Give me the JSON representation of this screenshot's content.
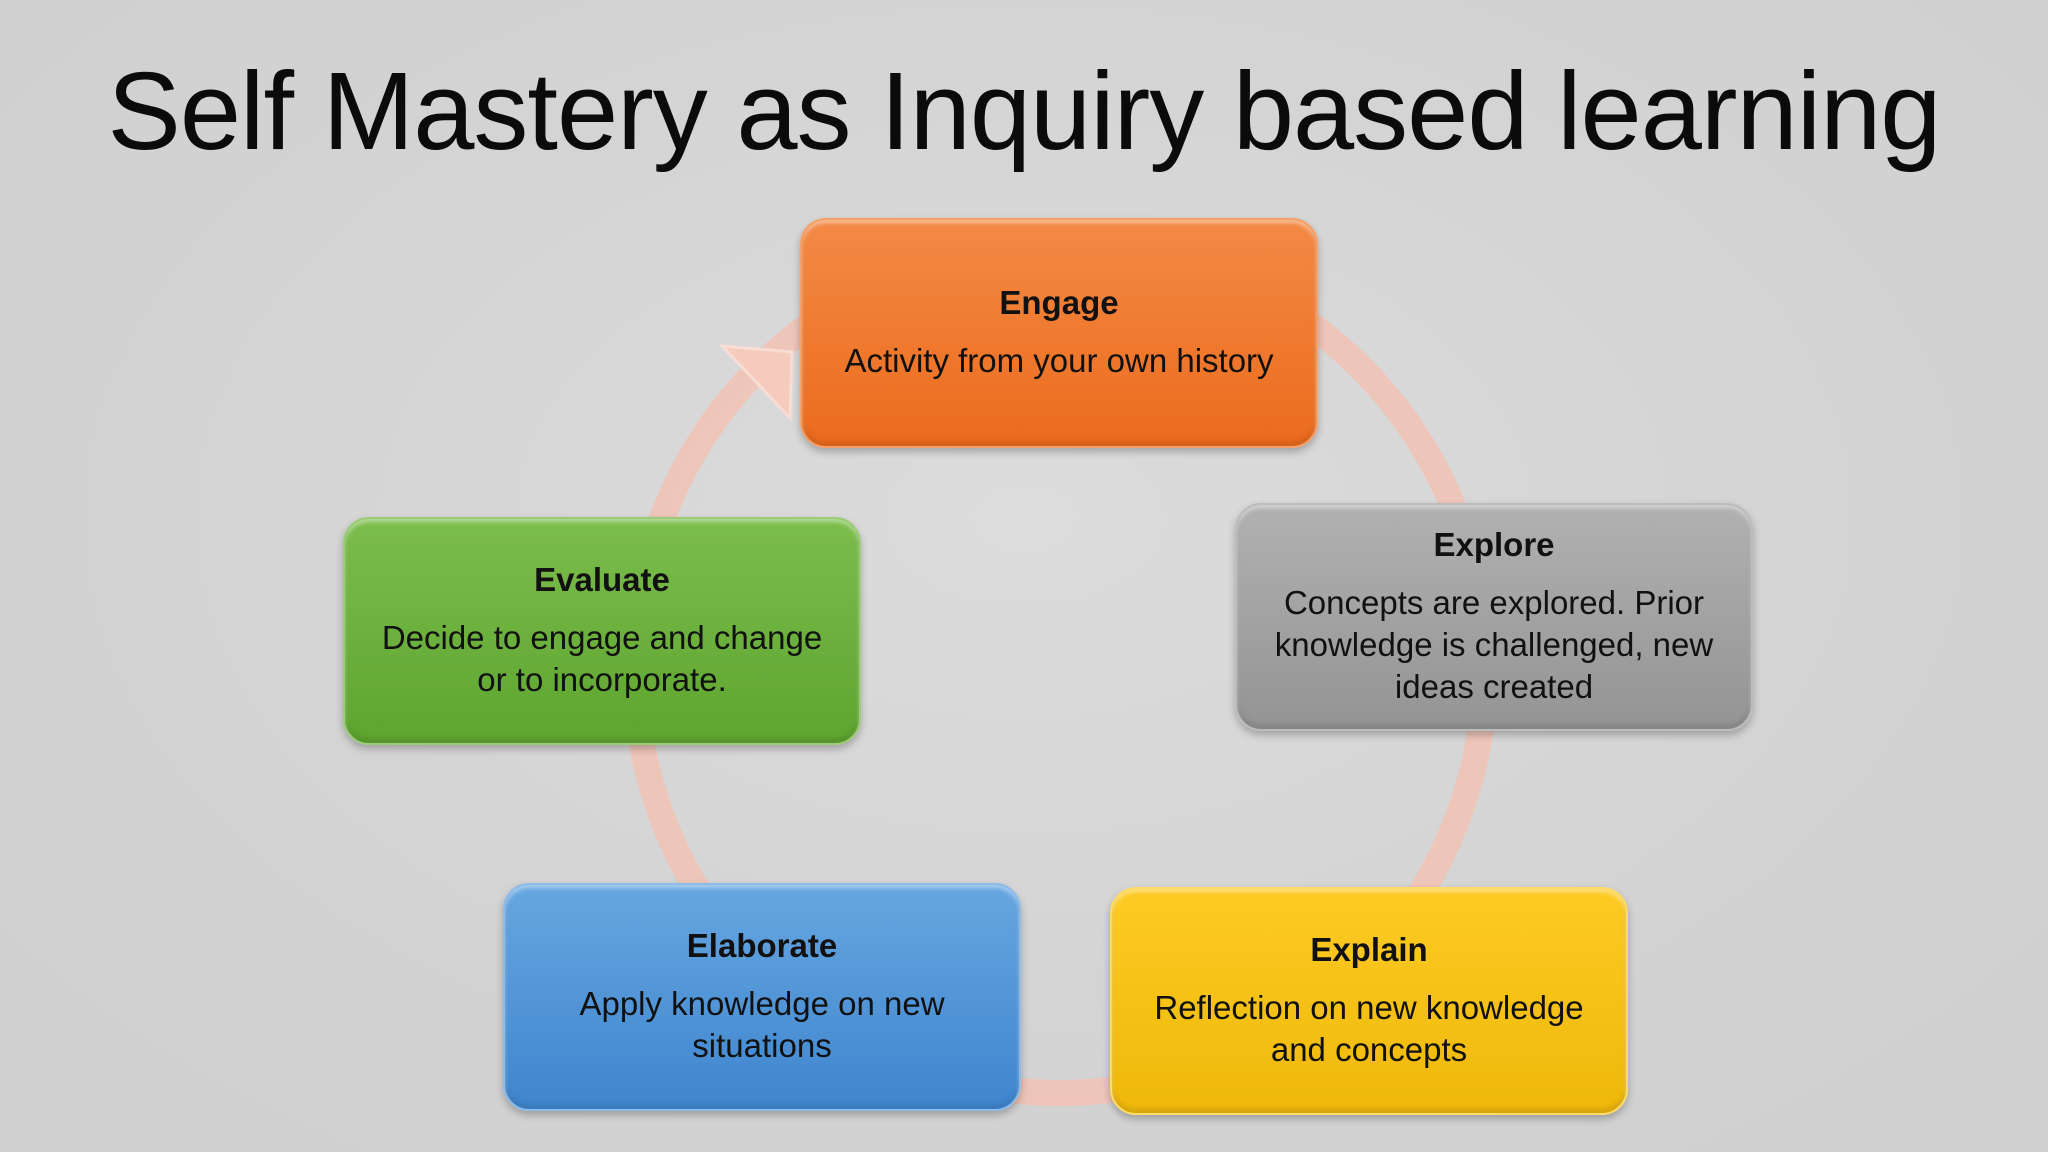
{
  "title": "Self Mastery as Inquiry based learning",
  "colors": {
    "engage": "#ee7428",
    "explore": "#a0a0a0",
    "explain": "#f8c213",
    "elaborate": "#4f93d8",
    "evaluate": "#6aaf3b",
    "cycle_arrow": "#f2c2b4"
  },
  "stages": [
    {
      "heading": "Engage",
      "desc": "Activity from your own history"
    },
    {
      "heading": "Explore",
      "desc": "Concepts are explored. Prior knowledge is challenged, new ideas created"
    },
    {
      "heading": "Explain",
      "desc": "Reflection on new knowledge and concepts"
    },
    {
      "heading": "Elaborate",
      "desc": "Apply knowledge on new situations"
    },
    {
      "heading": "Evaluate",
      "desc": "Decide to engage and change or to incorporate."
    }
  ]
}
